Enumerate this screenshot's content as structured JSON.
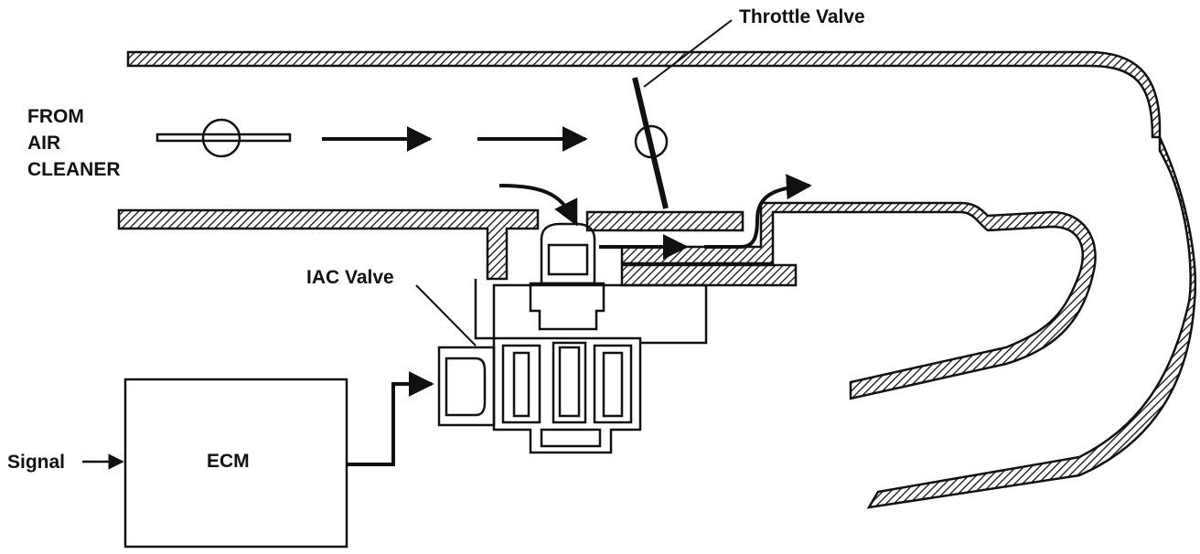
{
  "labels": {
    "from_air_cleaner": [
      "FROM",
      "AIR",
      "CLEANER"
    ],
    "throttle_valve": "Throttle Valve",
    "iac_valve": "IAC Valve",
    "signal": "Signal",
    "ecm": "ECM"
  },
  "colors": {
    "line": "#111111",
    "hatch": "#111111",
    "background": "#ffffff"
  }
}
